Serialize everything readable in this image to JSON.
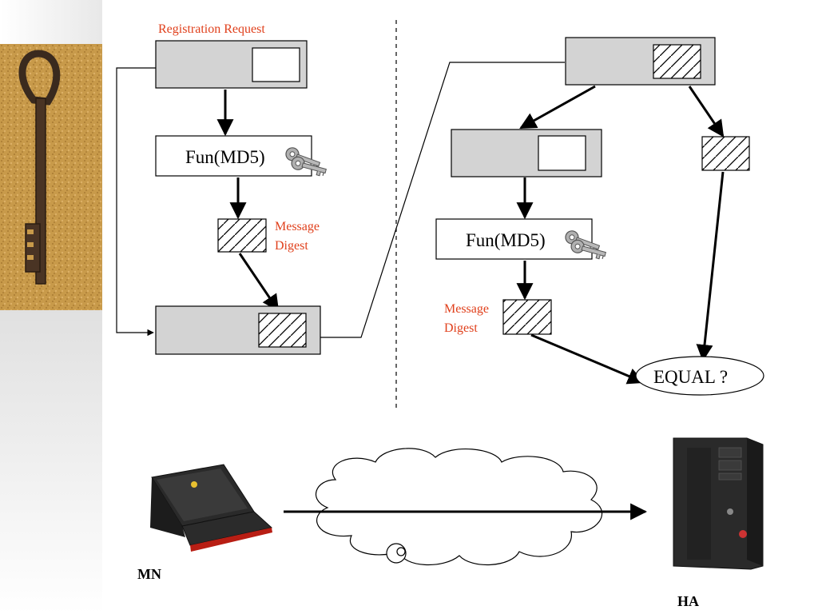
{
  "diagram": {
    "registration_request_label": "Registration Request",
    "fun_md5_label": "Fun(MD5)",
    "message_digest_label": [
      "Message",
      "Digest"
    ],
    "equal_label": "EQUAL ?",
    "mn_label": "MN",
    "ha_label": "HA"
  },
  "colors": {
    "label_red": "#e0401c",
    "box_fill": "#d3d3d3"
  }
}
